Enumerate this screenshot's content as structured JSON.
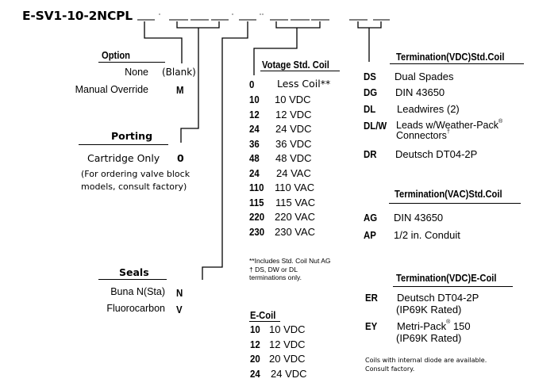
{
  "model": {
    "prefix": "E-SV1-10-2NCPL",
    "dash": "-"
  },
  "option": {
    "title": "Option",
    "items": [
      {
        "label": "None",
        "code": "(Blank)"
      },
      {
        "label": "Manual Override",
        "code": "M"
      }
    ]
  },
  "porting": {
    "title": "Porting",
    "items": [
      {
        "label": "Cartridge Only",
        "code": "0"
      }
    ],
    "note_line1": "(For ordering valve block",
    "note_line2": "models, consult factory)"
  },
  "seals": {
    "title": "Seals",
    "items": [
      {
        "label": "Buna N(Sta)",
        "code": "N"
      },
      {
        "label": "Fluorocarbon",
        "code": "V"
      }
    ]
  },
  "voltage_std_coil": {
    "title": "Votage Std. Coil",
    "items": [
      {
        "code": "0",
        "label": "Less Coil**"
      },
      {
        "code": "10",
        "label": "10 VDC"
      },
      {
        "code": "12",
        "label": "12 VDC"
      },
      {
        "code": "24",
        "label": "24 VDC"
      },
      {
        "code": "36",
        "label": "36 VDC"
      },
      {
        "code": "48",
        "label": "48 VDC"
      },
      {
        "code": "24",
        "label": "24 VAC"
      },
      {
        "code": "110",
        "label": "110 VAC"
      },
      {
        "code": "115",
        "label": "115 VAC"
      },
      {
        "code": "220",
        "label": "220 VAC"
      },
      {
        "code": "230",
        "label": "230 VAC"
      }
    ],
    "footnote_line1": "**Includes Std. Coil Nut AG",
    "footnote_line2": "† DS, DW or DL",
    "footnote_line3": "terminations only."
  },
  "e_coil": {
    "title": "E-Coil",
    "items": [
      {
        "code": "10",
        "label": "10 VDC"
      },
      {
        "code": "12",
        "label": "12 VDC"
      },
      {
        "code": "20",
        "label": "20 VDC"
      },
      {
        "code": "24",
        "label": "24 VDC"
      }
    ]
  },
  "termination_vdc_std": {
    "title": "Termination(VDC)Std.Coil",
    "items": [
      {
        "code": "DS",
        "label": "Dual Spades"
      },
      {
        "code": "DG",
        "label": "DIN 43650"
      },
      {
        "code": "DL",
        "label": "Leadwires (2)"
      },
      {
        "code": "DL/W",
        "label": "Leads w/Weather-Pack",
        "sup": "®",
        "label2": "Connectors",
        "sup2": "†"
      },
      {
        "code": "DR",
        "label": "Deutsch DT04-2P"
      }
    ]
  },
  "termination_vac_std": {
    "title": "Termination(VAC)Std.Coil",
    "items": [
      {
        "code": "AG",
        "label": "DIN 43650"
      },
      {
        "code": "AP",
        "label": "1/2 in. Conduit"
      }
    ]
  },
  "termination_vdc_ecoil": {
    "title": "Termination(VDC)E-Coil",
    "items": [
      {
        "code": "ER",
        "label": "Deutsch DT04-2P",
        "label2": "(IP69K Rated)"
      },
      {
        "code": "EY",
        "label": "Metri-Pack",
        "sup": "®",
        "label_after_sup": " 150",
        "label2": "(IP69K Rated)"
      }
    ]
  },
  "diode_note": {
    "line1": "Coils with internal diode are available.",
    "line2": "Consult factory."
  }
}
